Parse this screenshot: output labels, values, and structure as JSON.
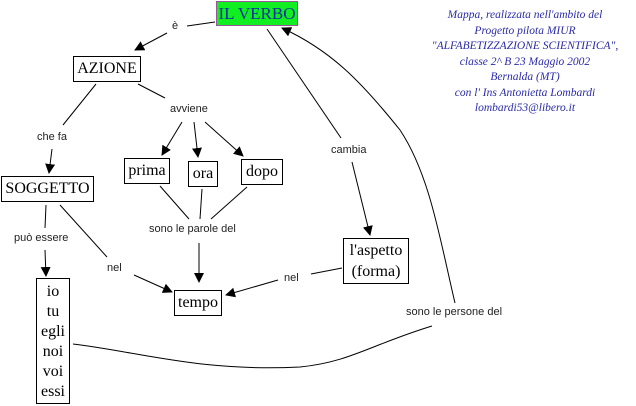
{
  "diagram": {
    "nodes": {
      "verbo": "IL VERBO",
      "azione": "AZIONE",
      "soggetto": "SOGGETTO",
      "prima": "prima",
      "ora": "ora",
      "dopo": "dopo",
      "tempo": "tempo",
      "aspetto_line1": "l'aspetto",
      "aspetto_line2": "(forma)",
      "pronouns": [
        "io",
        "tu",
        "egli",
        "noi",
        "voi",
        "essi"
      ]
    },
    "links": {
      "e": "è",
      "avviene": "avviene",
      "che_fa": "che fa",
      "puo_essere": "può essere",
      "nel_left": "nel",
      "nel_right": "nel",
      "parole": "sono le parole del",
      "cambia": "cambia",
      "persone": "sono le persone del"
    },
    "credit": [
      "Mappa, realizzata nell'ambito del",
      "Progetto pilota MIUR",
      "\"ALFABETIZZAZIONE SCIENTIFICA\",",
      "classe  2^ B  23 Maggio 2002",
      "Bernalda (MT)",
      "con l' Ins Antonietta Lombardi",
      "lombardi53@libero.it"
    ],
    "colors": {
      "root_fill": "#11ee22",
      "root_text": "#0a2ea0",
      "credit_text": "#2a2aa8"
    }
  }
}
